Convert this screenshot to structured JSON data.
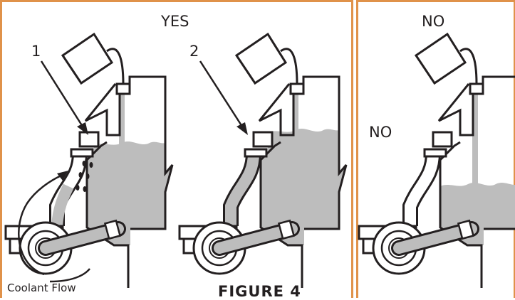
{
  "panels": {
    "yes": {
      "heading": "YES"
    },
    "no": {
      "heading": "NO",
      "side_label": "NO"
    }
  },
  "callouts": {
    "one": "1",
    "two": "2"
  },
  "flow_label": "Coolant Flow",
  "figure_label": "FIGURE 4",
  "colors": {
    "frame": "#e0924a",
    "line": "#231f20",
    "coolant": "#bdbdbd",
    "background": "#ffffff"
  }
}
